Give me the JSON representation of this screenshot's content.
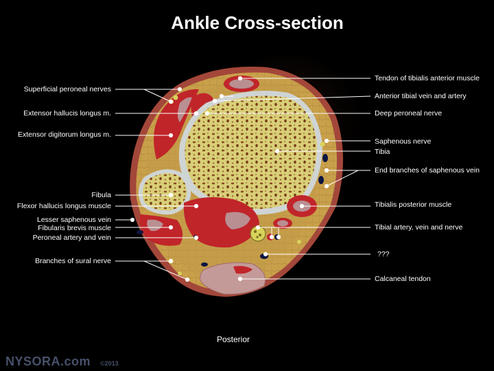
{
  "title": "Ankle Cross-section",
  "orientation_label": "Posterior",
  "brand": "NYSORA.com",
  "copyright": "©2013",
  "labels_left": [
    "Superficial peroneal nerves",
    "Extensor hallucis longus m.",
    "Extensor digitorum longus m.",
    "Fibula",
    "Flexor hallucis longus muscle",
    "Lesser saphenous vein",
    "Fibularis brevis muscle",
    "Peroneal artery and vein",
    "Branches of sural nerve"
  ],
  "labels_right": [
    "Tendon of tibialis anterior muscle",
    "Anterior tibial vein and artery",
    "Deep peroneal nerve",
    "Saphenous nerve",
    "Tibia",
    "End branches of saphenous vein",
    "Tibialis posterior muscle",
    "Tibial artery, vein and nerve",
    "???",
    "Calcaneal tendon"
  ],
  "colors": {
    "background": "#000000",
    "skin": "#a3473a",
    "fat": "#c9a04a",
    "muscle": "#c0252a",
    "bone": "#d8cf78",
    "bone_spots": "#8a4a1e",
    "cortex": "#cfd4d4",
    "tendon": "#b98f92",
    "vein": "#0d1640",
    "nerve": "#d7d25a",
    "pointer": "#ffffff",
    "brand": "#46506a"
  }
}
